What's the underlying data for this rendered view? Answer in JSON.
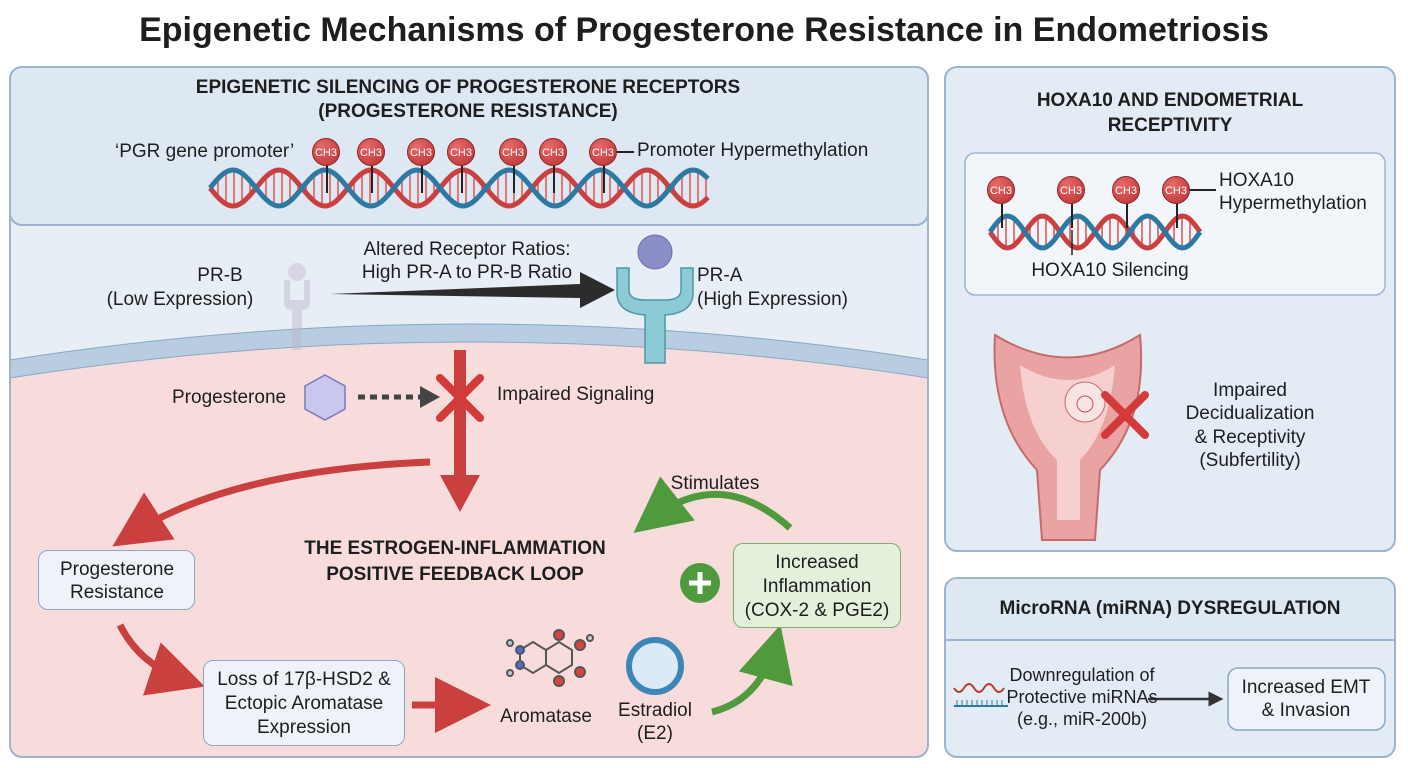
{
  "title": "Epigenetic Mechanisms of Progesterone Resistance in Endometriosis",
  "colors": {
    "panel_blue": "#dde8f3",
    "panel_border": "#9db4cf",
    "cell_pink": "#f8dcdc",
    "red_arrow": "#c9403f",
    "green_arrow": "#4f9a3c",
    "methyl_red": "#cc3f42",
    "dna_blue": "#2c7aa3",
    "receptor_teal": "#7cc0cf"
  },
  "left": {
    "header": {
      "title_line1": "EPIGENETIC SILENCING OF PROGESTERONE RECEPTORS",
      "title_line2": "(PROGESTERONE RESISTANCE)",
      "promoter_label": "‘PGR gene promoter’",
      "methyl_groups": [
        "CH3",
        "CH3",
        "CH3",
        "CH3",
        "CH3",
        "CH3",
        "CH3"
      ],
      "methyl_label": "Promoter Hypermethylation"
    },
    "receptors": {
      "prb_line1": "PR-B",
      "prb_line2": "(Low Expression)",
      "ratio_line1": "Altered Receptor Ratios:",
      "ratio_line2": "High PR-A to PR-B Ratio",
      "pra_line1": "PR-A",
      "pra_line2": "(High Expression)"
    },
    "signaling": {
      "progesterone": "Progesterone",
      "impaired": "Impaired Signaling"
    },
    "loop": {
      "title_line1": "THE ESTROGEN-INFLAMMATION",
      "title_line2": "POSITIVE FEEDBACK LOOP",
      "stimulates": "Stimulates",
      "resistance_line1": "Progesterone",
      "resistance_line2": "Resistance",
      "loss_line1": "Loss of 17β-HSD2 &",
      "loss_line2": "Ectopic Aromatase",
      "loss_line3": "Expression",
      "aromatase": "Aromatase",
      "estradiol_line1": "Estradiol",
      "estradiol_line2": "(E2)",
      "inflammation_line1": "Increased",
      "inflammation_line2": "Inflammation",
      "inflammation_line3": "(COX-2 & PGE2)"
    }
  },
  "hoxa": {
    "title_line1": "HOXA10 AND ENDOMETRIAL",
    "title_line2": "RECEPTIVITY",
    "methyl_groups": [
      "CH3",
      "CH3",
      "CH3",
      "CH3"
    ],
    "methyl_label_line1": "HOXA10",
    "methyl_label_line2": "Hypermethylation",
    "silencing": "HOXA10 Silencing",
    "outcome_line1": "Impaired",
    "outcome_line2": "Decidualization",
    "outcome_line3": "& Receptivity",
    "outcome_line4": "(Subfertility)"
  },
  "mirna": {
    "title": "MicroRNA (miRNA) DYSREGULATION",
    "down_line1": "Downregulation of",
    "down_line2": "Protective miRNAs",
    "down_line3": "(e.g., miR-200b)",
    "result_line1": "Increased EMT",
    "result_line2": "& Invasion"
  }
}
